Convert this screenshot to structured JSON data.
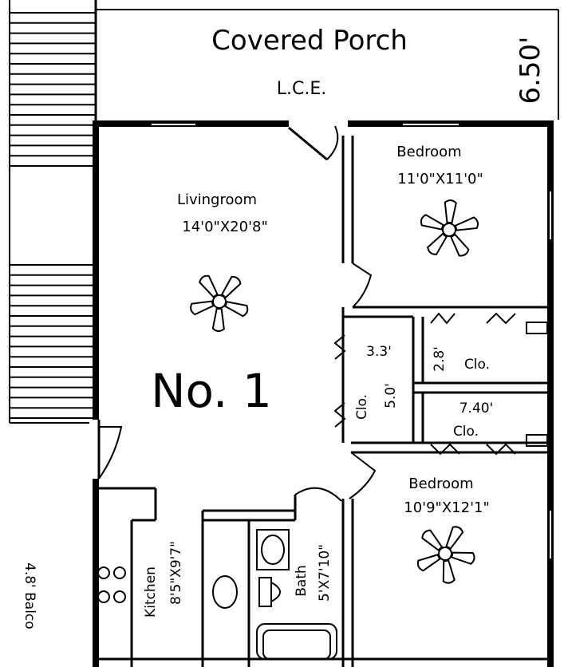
{
  "porch": {
    "title": "Covered Porch",
    "subtitle": "L.C.E.",
    "depth": "6.50'"
  },
  "unit": {
    "label": "No.  1"
  },
  "rooms": {
    "livingroom": {
      "name": "Livingroom",
      "size": "14'0\"X20'8\""
    },
    "bedroom1": {
      "name": "Bedroom",
      "size": "11'0\"X11'0\""
    },
    "bedroom2": {
      "name": "Bedroom",
      "size": "10'9\"X12'1\""
    },
    "kitchen": {
      "name": "Kitchen",
      "size": "8'5\"X9'7\""
    },
    "bath": {
      "name": "Bath",
      "size": "5'X7'10\""
    }
  },
  "closets": {
    "hall": {
      "name": "Clo.",
      "width": "3.3'",
      "depth": "5.0'"
    },
    "upper": {
      "name": "Clo.",
      "depth": "2.8'"
    },
    "lower": {
      "name": "Clo.",
      "width": "7.40'"
    }
  },
  "balcony": {
    "label": "4.8'  Balco"
  },
  "icons": [
    "ceiling-fan-icon",
    "stove-burner-icon",
    "toilet-icon",
    "sink-icon",
    "bathtub-icon",
    "door-swing-icon"
  ]
}
